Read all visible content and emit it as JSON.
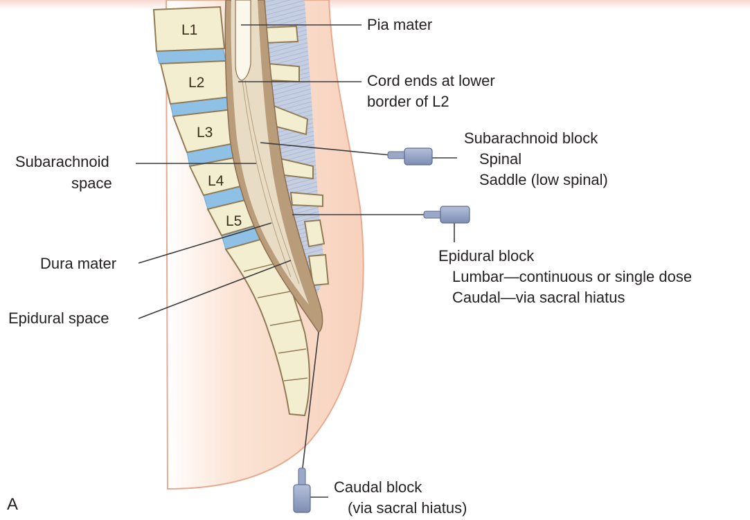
{
  "panel_letter": "A",
  "vertebrae": [
    "L1",
    "L2",
    "L3",
    "L4",
    "L5"
  ],
  "labels": {
    "pia_mater": "Pia mater",
    "cord_ends": [
      "Cord ends at lower",
      "border of L2"
    ],
    "subarachnoid_space": [
      "Subarachnoid",
      "space"
    ],
    "dura_mater": "Dura mater",
    "epidural_space": "Epidural space",
    "subarachnoid_block": [
      "Subarachnoid block",
      "Spinal",
      "Saddle (low spinal)"
    ],
    "epidural_block": [
      "Epidural block",
      "Lumbar—continuous or single dose",
      "Caudal—via sacral hiatus"
    ],
    "caudal_block": [
      "Caudal block",
      "(via sacral hiatus)"
    ]
  },
  "colors": {
    "skin": "#f9d9c6",
    "bone": "#f4eed0",
    "disc": "#8fc0e6",
    "dura": "#b99c7a",
    "csf": "#e9dcc4",
    "ligament": "#b7c4dc",
    "needle": "#8e9ec0",
    "line": "#3a3a3a"
  }
}
